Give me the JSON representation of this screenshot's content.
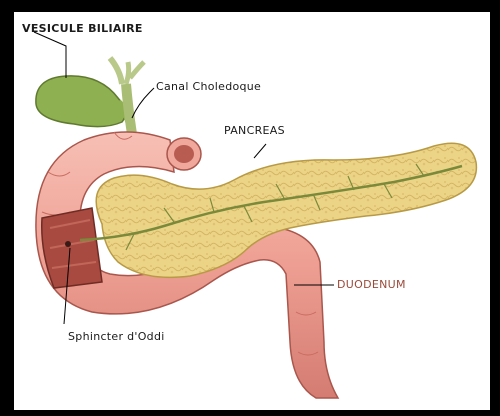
{
  "labels": {
    "gallbladder": "VESICULE BILIAIRE",
    "bile_duct": "Canal Choledoque",
    "pancreas": "PANCREAS",
    "duodenum": "DUODENUM",
    "sphincter": "Sphincter d'Oddi"
  },
  "colors": {
    "background": "#ffffff",
    "frame": "#000000",
    "gallbladder": "#8fb050",
    "intestine": "#f0a79c",
    "intestine_shadow": "#d9837a",
    "pancreas": "#ecd487",
    "pancreas_duct": "#7a8a3a",
    "duodenum_label": "#9a4a3a"
  }
}
